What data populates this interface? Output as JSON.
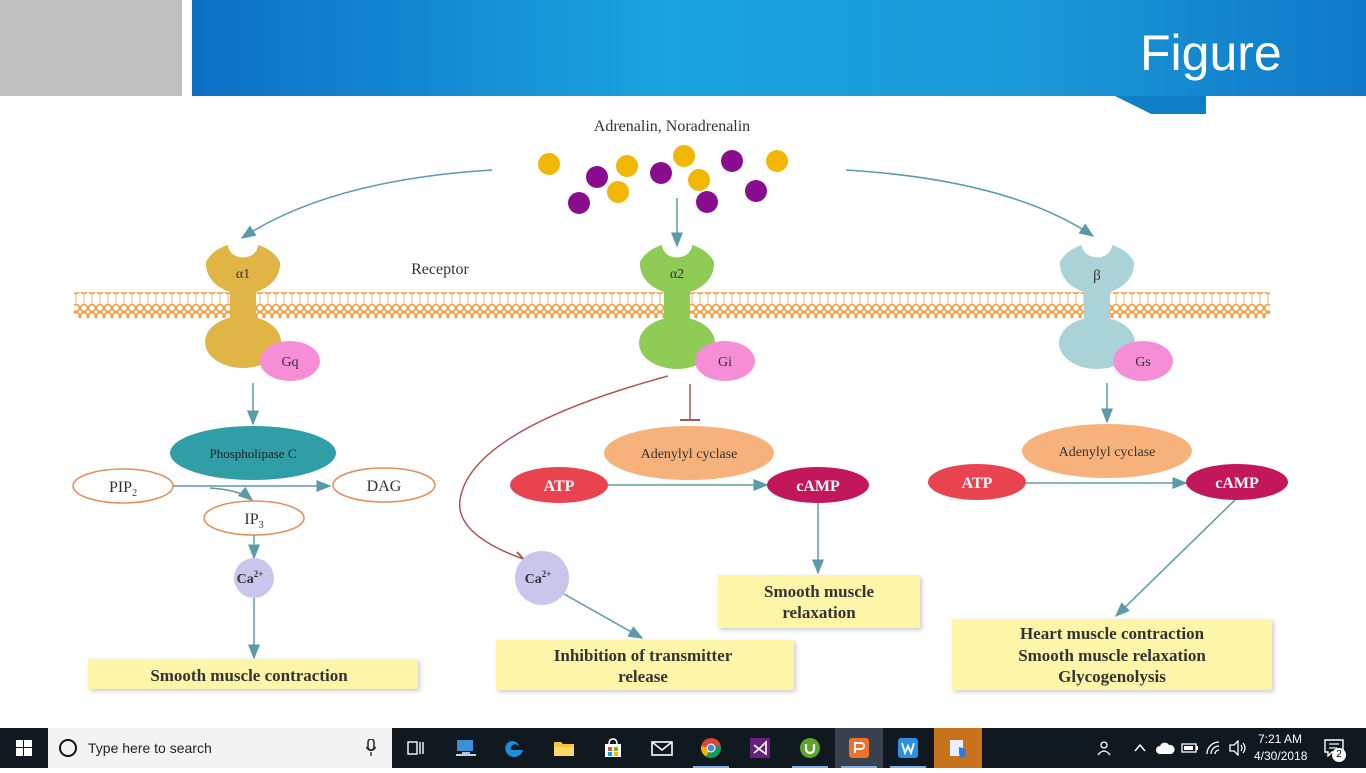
{
  "slide": {
    "title": "Figure"
  },
  "diagram": {
    "ligand_label": "Adrenalin, Noradrenalin",
    "receptor_label": "Receptor",
    "alpha1": {
      "receptor": "α1",
      "g_protein": "Gq",
      "enzyme": "Phospholipase C",
      "pip2_base": "PIP",
      "pip2_sub": "2",
      "dag": "DAG",
      "ip3_base": "IP",
      "ip3_sub": "3",
      "ca_base": "Ca",
      "ca_sup": "2+",
      "effect": "Smooth muscle contraction"
    },
    "alpha2": {
      "receptor": "α2",
      "g_protein": "Gi",
      "enzyme": "Adenylyl cyclase",
      "atp": "ATP",
      "camp": "cAMP",
      "ca_base": "Ca",
      "ca_sup": "2+",
      "effect_ca_line1": "Inhibition of transmitter",
      "effect_ca_line2": "release",
      "effect_camp_line1": "Smooth muscle",
      "effect_camp_line2": "relaxation"
    },
    "beta": {
      "receptor": "β",
      "g_protein": "Gs",
      "enzyme": "Adenylyl cyclase",
      "atp": "ATP",
      "camp": "cAMP",
      "effect_line1": "Heart muscle contraction",
      "effect_line2": "Smooth muscle relaxation",
      "effect_line3": "Glycogenolysis"
    },
    "colors": {
      "membrane": "#f59a3a",
      "alpha1": "#e0b445",
      "alpha2": "#8fcc55",
      "beta": "#a9d3d6",
      "g_protein": "#f58ed6",
      "plc": "#2f9ea7",
      "adenylyl": "#f6b27a",
      "atp": "#e8434f",
      "camp": "#c2185b",
      "ca": "#c9c6ec",
      "effect_box": "#fdf6a8",
      "arrow": "#5b9aa8",
      "inhibit": "#a85a50",
      "ligand_yellow": "#f2b705",
      "ligand_purple": "#8b0d8f"
    }
  },
  "taskbar": {
    "search_placeholder": "Type here to search",
    "time": "7:21 AM",
    "date": "4/30/2018",
    "notification_count": "2"
  }
}
